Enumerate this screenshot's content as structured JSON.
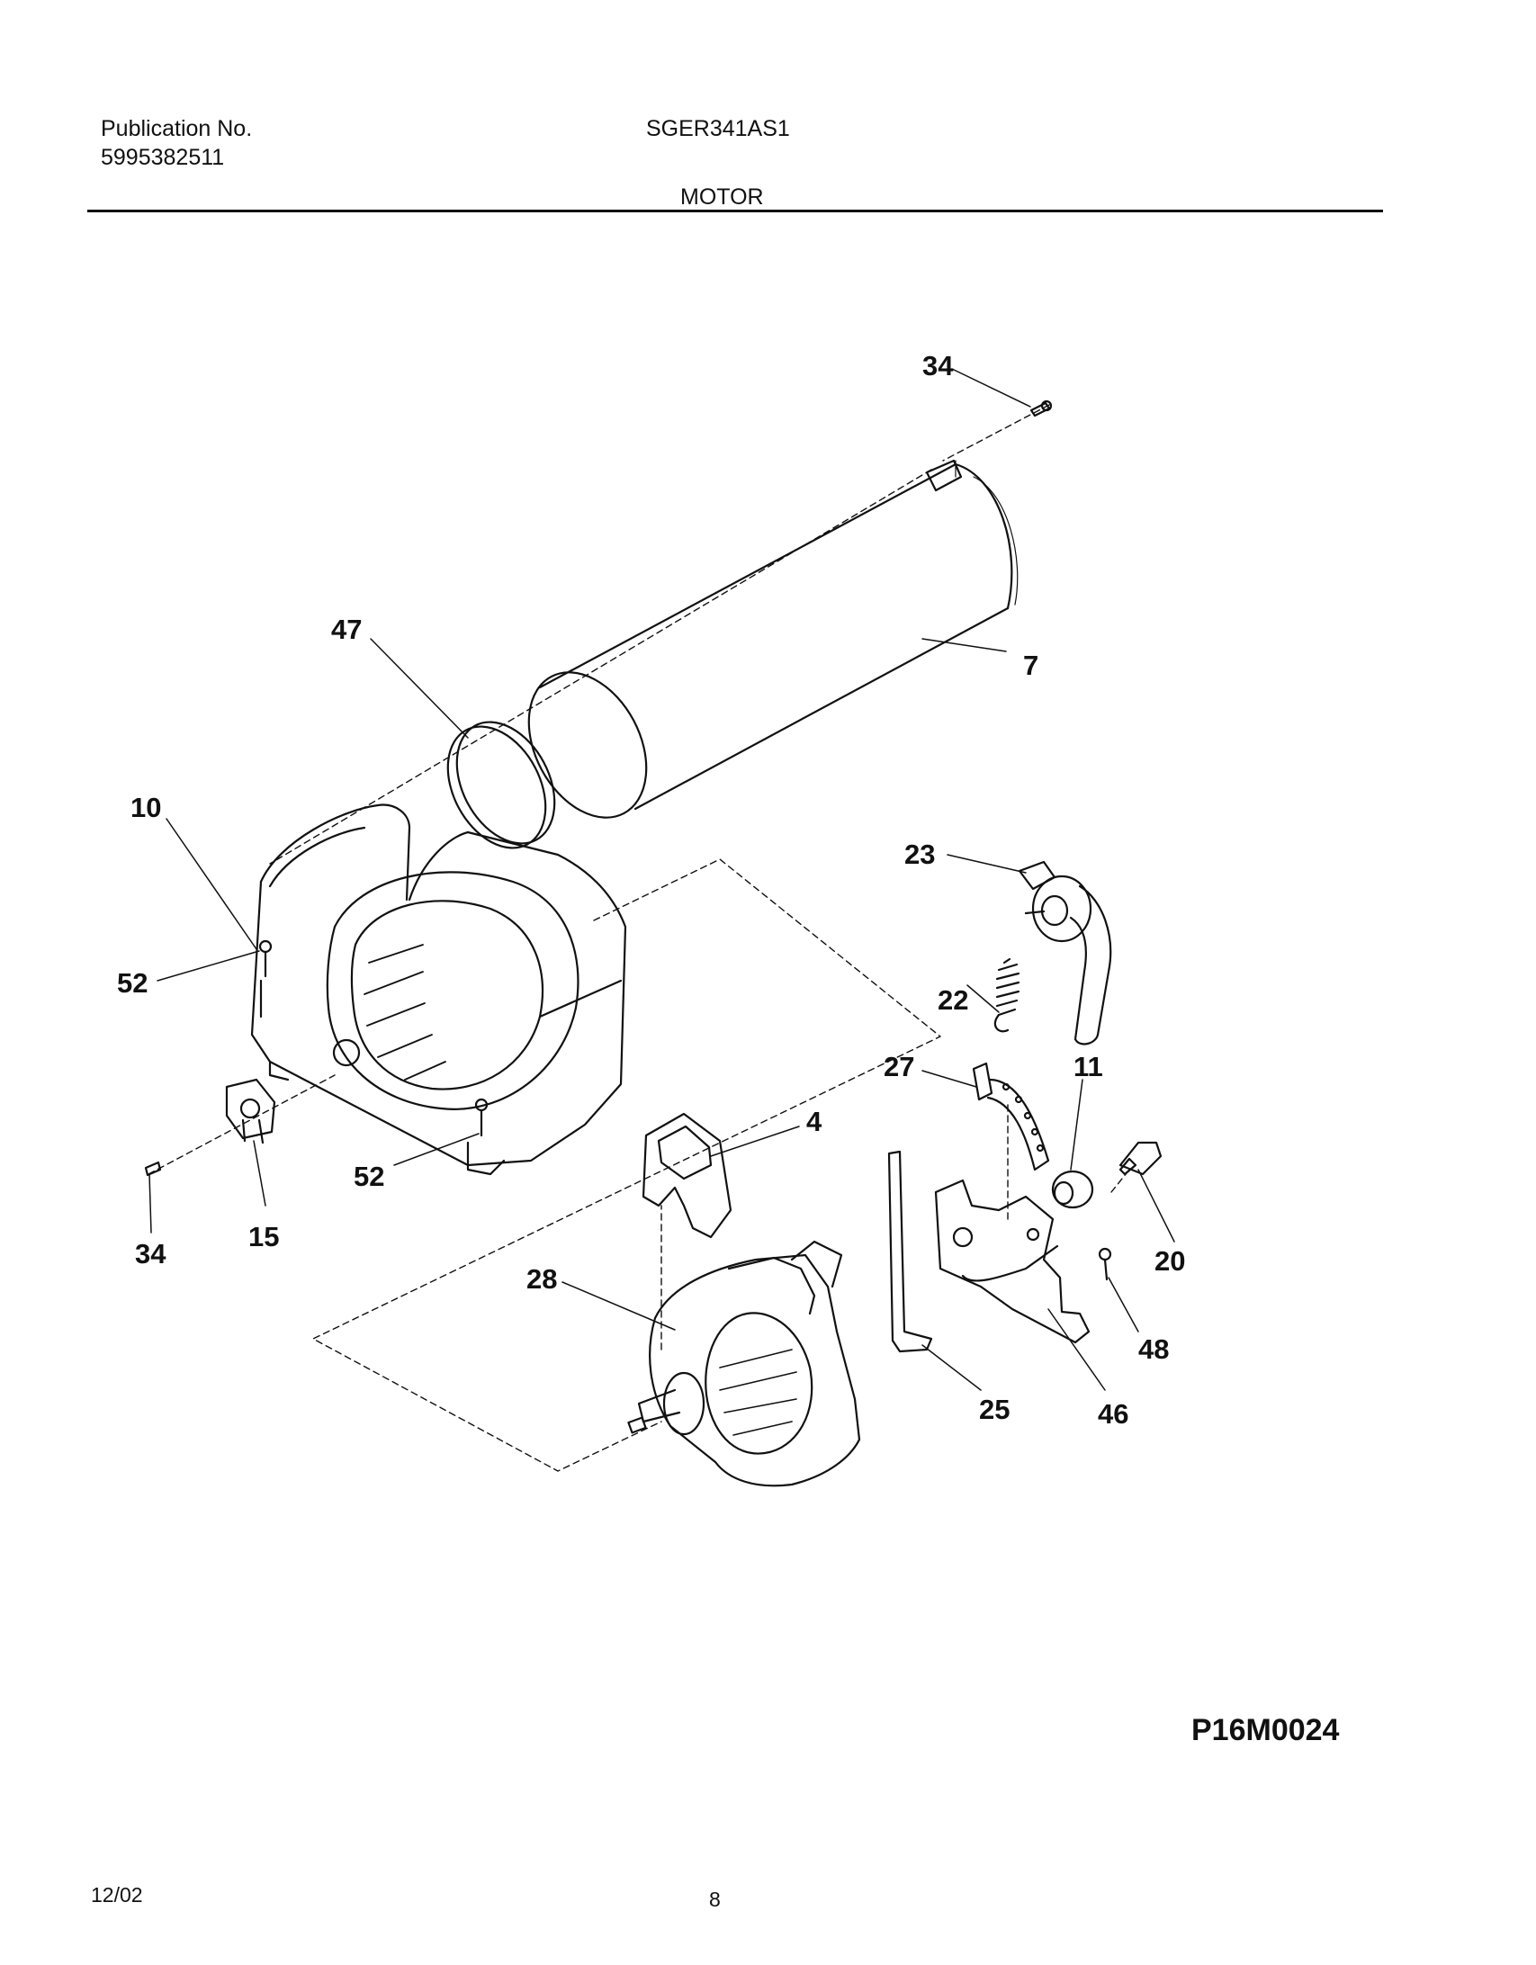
{
  "header": {
    "publication_label": "Publication No.",
    "publication_number": "5995382511",
    "model": "SGER341AS1",
    "section": "MOTOR"
  },
  "callouts": {
    "c34_top": "34",
    "c7": "7",
    "c47": "47",
    "c10": "10",
    "c23": "23",
    "c52_left": "52",
    "c22": "22",
    "c27": "27",
    "c11": "11",
    "c4": "4",
    "c52_bottom": "52",
    "c34_bottom": "34",
    "c15": "15",
    "c20": "20",
    "c28": "28",
    "c48": "48",
    "c25": "25",
    "c46": "46"
  },
  "diagram_code": "P16M0024",
  "footer": {
    "date": "12/02",
    "page": "8"
  }
}
